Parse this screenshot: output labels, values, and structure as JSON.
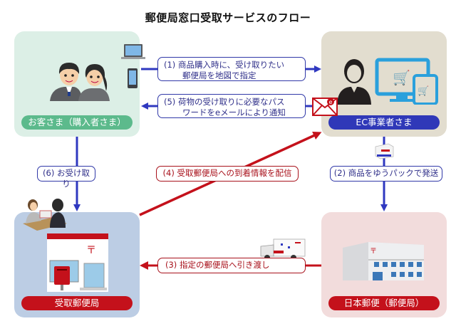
{
  "title": "郵便局窓口受取サービスのフロー",
  "nodes": {
    "customer": {
      "label": "お客さま（購入者さま）",
      "bg": "#dcefe6",
      "pill": "#5cba8c"
    },
    "ec": {
      "label": "EC事業者さま",
      "bg": "#e2ddcf",
      "pill": "#2f38b8"
    },
    "pickup_office": {
      "label": "受取郵便局",
      "bg": "#bccde4",
      "pill": "#c4111b"
    },
    "japan_post": {
      "label": "日本郵便（郵便局）",
      "bg": "#f2dcdc",
      "pill": "#c4111b"
    }
  },
  "steps": {
    "s1": {
      "line1": "(1) 商品購入時に、受け取りたい",
      "line2": "郵便局を地図で指定",
      "color": "blue"
    },
    "s2": {
      "text": "(2) 商品をゆうパックで発送",
      "color": "blue"
    },
    "s3": {
      "text": "(3) 指定の郵便局へ引き渡し",
      "color": "red"
    },
    "s4": {
      "text": "(4) 受取郵便局への到着情報を配信",
      "color": "red"
    },
    "s5": {
      "line1": "(5) 荷物の受け取りに必要なパス",
      "line2": "ワードをeメールにより通知",
      "color": "blue"
    },
    "s6": {
      "text": "(6) お受け取り",
      "color": "blue"
    }
  },
  "colors": {
    "blue_arrow": "#2f38c0",
    "red_arrow": "#c4111b"
  },
  "icons": {
    "email_letter": "e"
  }
}
